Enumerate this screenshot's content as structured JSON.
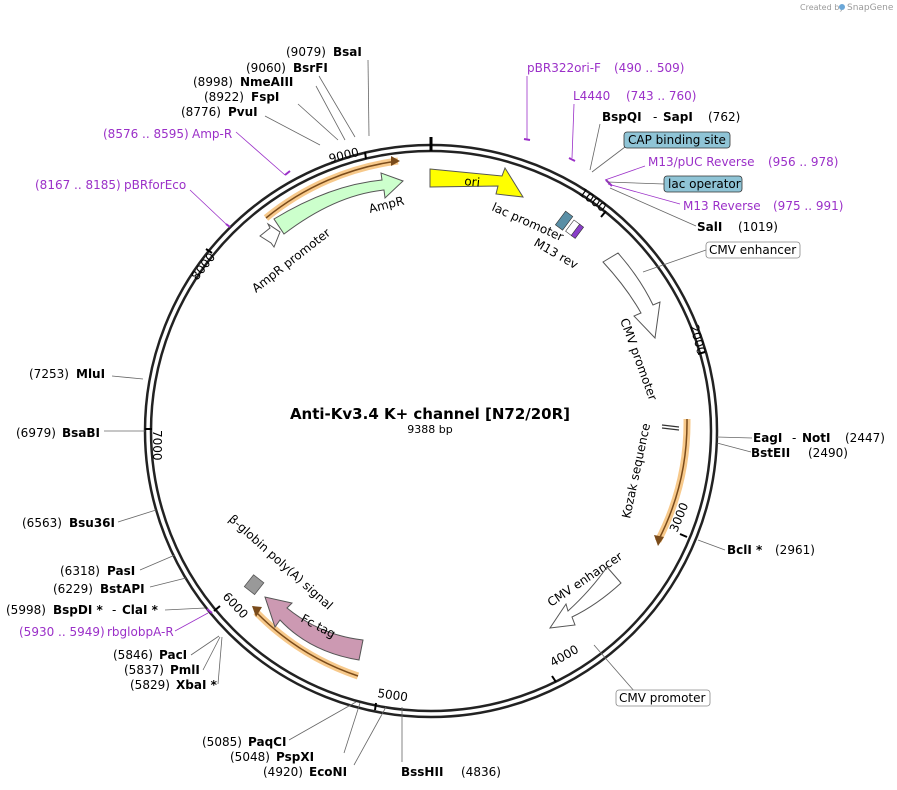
{
  "credit": {
    "created_by": "Created by",
    "brand": "SnapGene"
  },
  "plasmid": {
    "name": "Anti-Kv3.4 K+ channel [N72/20R]",
    "length": "9388 bp"
  },
  "ticks": [
    "1000",
    "2000",
    "3000",
    "4000",
    "5000",
    "6000",
    "7000",
    "8000",
    "9000"
  ],
  "features": [
    {
      "name": "ori",
      "color": "#ffff00",
      "label": "ori"
    },
    {
      "name": "AmpR",
      "color": "#ccffcc",
      "label": "AmpR"
    },
    {
      "name": "AmpR promoter",
      "color": "#ffffff",
      "label": "AmpR promoter"
    },
    {
      "name": "lac promoter",
      "color": "#ffffff",
      "label": "lac promoter"
    },
    {
      "name": "M13 rev",
      "color": "#ffffff",
      "label": "M13 rev"
    },
    {
      "name": "CMV promoter",
      "color": "#ffffff",
      "label": "CMV promoter"
    },
    {
      "name": "Kozak sequence",
      "color": "#ffffff",
      "label": "Kozak sequence"
    },
    {
      "name": "CMV enhancer",
      "color": "#ffffff",
      "label": "CMV enhancer"
    },
    {
      "name": "Fc tag",
      "color": "#cc99b2",
      "label": "Fc tag"
    },
    {
      "name": "beta-globin polyA",
      "color": "#999999",
      "label": "β-globin poly(A) signal"
    }
  ],
  "callouts": {
    "cap_site": "CAP binding site",
    "lac_operator": "lac operator",
    "cmv_enhancer": "CMV enhancer",
    "cmv_promoter": "CMV promoter"
  },
  "sites": {
    "bsai": {
      "pos": "(9079)",
      "name": "BsaI"
    },
    "bsrfi": {
      "pos": "(9060)",
      "name": "BsrFI"
    },
    "nmeaiii": {
      "pos": "(8998)",
      "name": "NmeAIII"
    },
    "fspi": {
      "pos": "(8922)",
      "name": "FspI"
    },
    "pvui": {
      "pos": "(8776)",
      "name": "PvuI"
    },
    "bspqi": {
      "name": "BspQI",
      "sep": "-",
      "name2": "SapI",
      "pos": "(762)"
    },
    "sali": {
      "name": "SalI",
      "pos": "(1019)"
    },
    "eagi": {
      "name": "EagI",
      "sep": "-",
      "name2": "NotI",
      "pos": "(2447)"
    },
    "bsteii": {
      "name": "BstEII",
      "pos": "(2490)"
    },
    "bcli": {
      "name": "BclI *",
      "pos": "(2961)"
    },
    "mlui": {
      "pos": "(7253)",
      "name": "MluI"
    },
    "bsabi": {
      "pos": "(6979)",
      "name": "BsaBI"
    },
    "bsu36i": {
      "pos": "(6563)",
      "name": "Bsu36I"
    },
    "pasi": {
      "pos": "(6318)",
      "name": "PasI"
    },
    "bstapi": {
      "pos": "(6229)",
      "name": "BstAPI"
    },
    "bspdi": {
      "pos": "(5998)",
      "name": "BspDI *",
      "sep": "-",
      "name2": "ClaI *"
    },
    "paci": {
      "pos": "(5846)",
      "name": "PacI"
    },
    "pmli": {
      "pos": "(5837)",
      "name": "PmlI"
    },
    "xbai": {
      "pos": "(5829)",
      "name": "XbaI *"
    },
    "paqci": {
      "pos": "(5085)",
      "name": "PaqCI"
    },
    "pspxi": {
      "pos": "(5048)",
      "name": "PspXI"
    },
    "econi": {
      "pos": "(4920)",
      "name": "EcoNI"
    },
    "bsshii": {
      "name": "BssHII",
      "pos": "(4836)"
    }
  },
  "primers": {
    "pbr322": {
      "name": "pBR322ori-F",
      "range": "(490 .. 509)"
    },
    "l4440": {
      "name": "L4440",
      "range": "(743 .. 760)"
    },
    "m13puc": {
      "name": "M13/pUC Reverse",
      "range": "(956 .. 978)"
    },
    "m13rev": {
      "name": "M13 Reverse",
      "range": "(975 .. 991)"
    },
    "ampr": {
      "range": "(8576 .. 8595)",
      "name": "Amp-R"
    },
    "pbrforeco": {
      "range": "(8167 .. 8185)",
      "name": "pBRforEco"
    },
    "rbglobpa": {
      "range": "(5930 .. 5949)",
      "name": "rbglobpA-R"
    }
  }
}
